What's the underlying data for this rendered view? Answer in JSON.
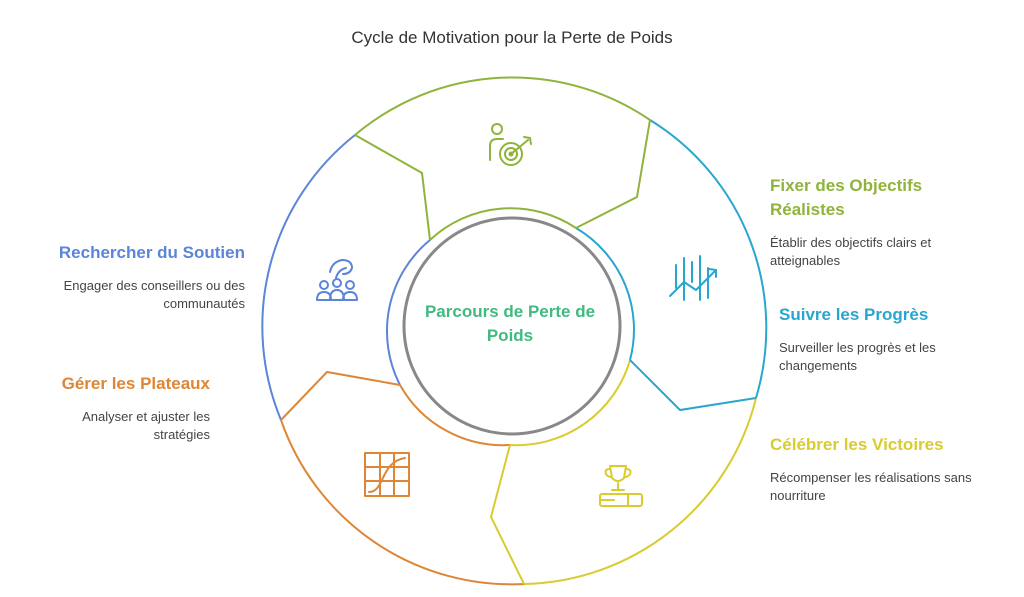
{
  "title": "Cycle de Motivation pour la Perte de Poids",
  "center": {
    "label": "Parcours de Perte de Poids",
    "color": "#41b97f"
  },
  "colors": {
    "green": "#8fb33b",
    "blue": "#29a6cf",
    "yellow": "#d9cc2e",
    "orange": "#dd8636",
    "purple": "#5c84d8",
    "center_ring": "#888888"
  },
  "segments": [
    {
      "id": "objectifs",
      "heading": "Fixer des Objectifs Réalistes",
      "description": "Établir des objectifs clairs et atteignables",
      "color": "#8fb33b",
      "icon": "target-person-icon"
    },
    {
      "id": "progres",
      "heading": "Suivre les Progrès",
      "description": "Surveiller les progrès et les changements",
      "color": "#29a6cf",
      "icon": "growth-chart-icon"
    },
    {
      "id": "victoires",
      "heading": "Célébrer les Victoires",
      "description": "Récompenser les réalisations sans nourriture",
      "color": "#d9cc2e",
      "icon": "trophy-icon"
    },
    {
      "id": "plateaux",
      "heading": "Gérer les Plateaux",
      "description": "Analyser et ajuster les stratégies",
      "color": "#dd8636",
      "icon": "grid-curve-icon"
    },
    {
      "id": "soutien",
      "heading": "Rechercher du Soutien",
      "description": "Engager des conseillers ou des communautés",
      "color": "#5c84d8",
      "icon": "group-support-icon"
    }
  ]
}
